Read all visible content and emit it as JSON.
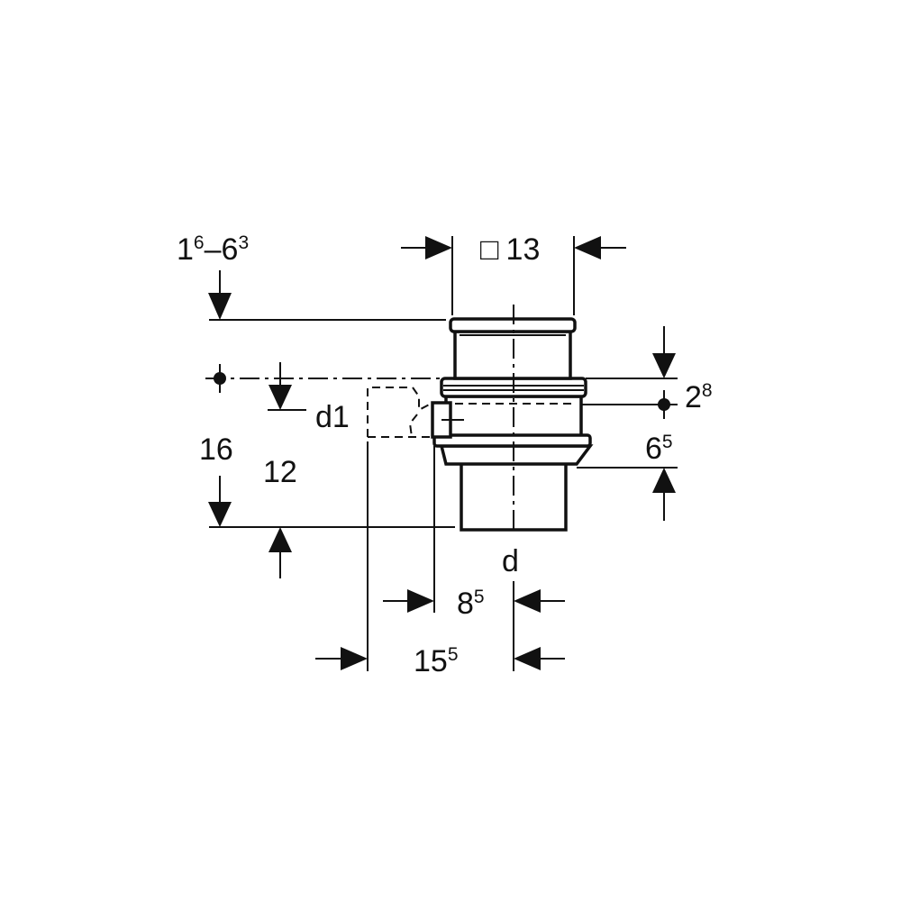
{
  "colors": {
    "line": "#111111",
    "background": "#ffffff"
  },
  "labels": {
    "overall_height": {
      "text": "1",
      "sup": "6",
      "text2": "–6",
      "sup2": "3"
    },
    "square_size": {
      "symbol": "□",
      "text": "13"
    },
    "top_offset": {
      "text": "2",
      "sup": "8"
    },
    "outlet_diameter": {
      "text": "d1"
    },
    "ring_height": {
      "text": "6",
      "sup": "5"
    },
    "total_depth": {
      "text": "16"
    },
    "outlet_depth": {
      "text": "12"
    },
    "pipe_diameter": {
      "text": "d"
    },
    "outlet_offset": {
      "text": "8",
      "sup": "5"
    },
    "outlet_length": {
      "text": "15",
      "sup": "5"
    }
  }
}
